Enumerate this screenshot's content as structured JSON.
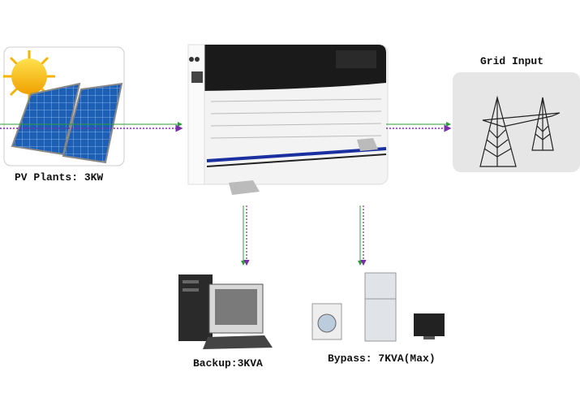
{
  "labels": {
    "pv": "PV Plants: 3KW",
    "grid": "Grid Input",
    "backup": "Backup:3KVA",
    "bypass": "Bypass: 7KVA(Max)"
  },
  "colors": {
    "ac_flow": "#2e9e3a",
    "dc_flow": "#7a2ea8",
    "panel_blue": "#1d5fb5",
    "inverter_stripe": "#1a2fa0"
  }
}
